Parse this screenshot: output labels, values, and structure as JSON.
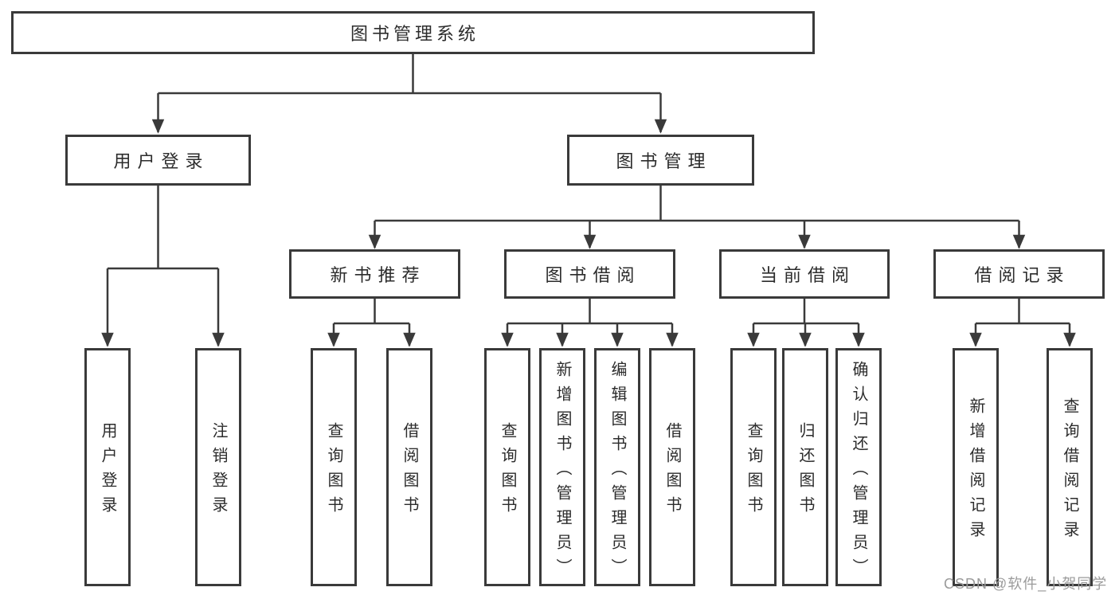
{
  "diagram_title": "图书管理系统",
  "watermark": "CSDN @软件_小贺同学",
  "colors": {
    "line": "#3a3a3a",
    "box_border": "#3a3a3a",
    "text": "#2c2c2c",
    "watermark": "#9b9b9b",
    "background": "#ffffff"
  },
  "nodes": {
    "root": "图书管理系统",
    "user_login": "用户登录",
    "book_management": "图书管理",
    "new_book_recommend": "新书推荐",
    "book_borrowing": "图书借阅",
    "current_borrowing": "当前借阅",
    "borrowing_records": "借阅记录",
    "user_login_leaf": "用户登录",
    "logout": "注销登录",
    "recommend_query_books": "查询图书",
    "recommend_borrow_books": "借阅图书",
    "borrowing_query_books": "查询图书",
    "borrowing_add_books": "新增图书（管理员）",
    "borrowing_edit_books": "编辑图书（管理员）",
    "borrowing_borrow_books": "借阅图书",
    "current_query_books": "查询图书",
    "current_return_books": "归还图书",
    "current_confirm_return": "确认归还（管理员）",
    "records_add_record": "新增借阅记录",
    "records_query_record": "查询借阅记录"
  },
  "structure": {
    "root": "图书管理系统",
    "children": [
      {
        "label": "用户登录",
        "children": [
          "用户登录",
          "注销登录"
        ]
      },
      {
        "label": "图书管理",
        "children": [
          {
            "label": "新书推荐",
            "children": [
              "查询图书",
              "借阅图书"
            ]
          },
          {
            "label": "图书借阅",
            "children": [
              "查询图书",
              "新增图书（管理员）",
              "编辑图书（管理员）",
              "借阅图书"
            ]
          },
          {
            "label": "当前借阅",
            "children": [
              "查询图书",
              "归还图书",
              "确认归还（管理员）"
            ]
          },
          {
            "label": "借阅记录",
            "children": [
              "新增借阅记录",
              "查询借阅记录"
            ]
          }
        ]
      }
    ]
  }
}
